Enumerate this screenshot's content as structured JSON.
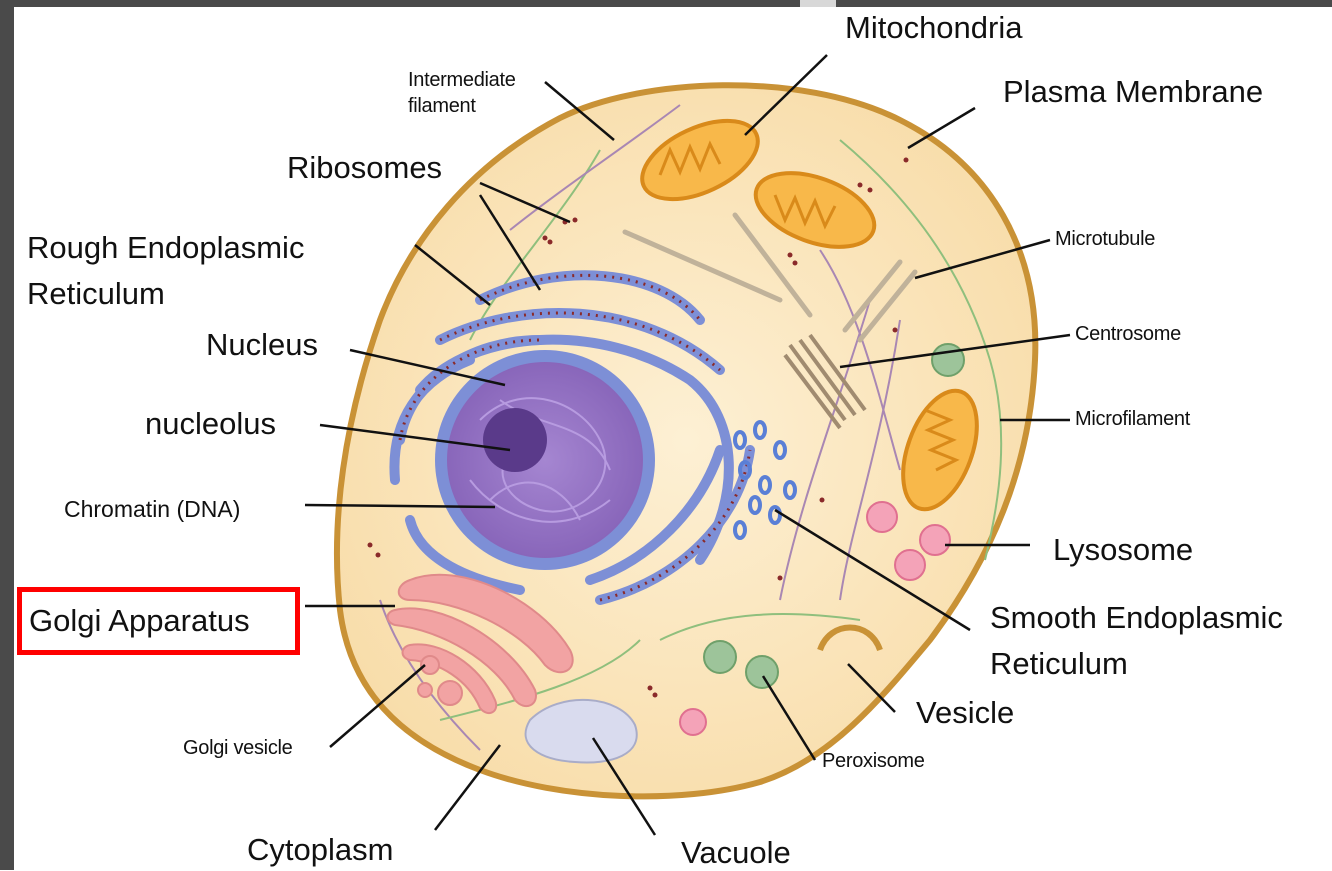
{
  "labels": {
    "mitochondria": "Mitochondria",
    "plasma_membrane": "Plasma Membrane",
    "intermediate_filament_1": "Intermediate",
    "intermediate_filament_2": "filament",
    "ribosomes": "Ribosomes",
    "rough_er_1": "Rough Endoplasmic",
    "rough_er_2": "Reticulum",
    "nucleus": "Nucleus",
    "nucleolus": "nucleolus",
    "chromatin": "Chromatin (DNA)",
    "golgi_apparatus": "Golgi Apparatus",
    "golgi_vesicle": "Golgi vesicle",
    "cytoplasm": "Cytoplasm",
    "vacuole": "Vacuole",
    "microtubule": "Microtubule",
    "centrosome": "Centrosome",
    "microfilament": "Microfilament",
    "lysosome": "Lysosome",
    "smooth_er_1": "Smooth Endoplasmic",
    "smooth_er_2": "Reticulum",
    "vesicle": "Vesicle",
    "peroxisome": "Peroxisome"
  },
  "highlighted_label": "Golgi Apparatus",
  "colors": {
    "highlight_border": "#ff0000",
    "cytoplasm_fill": "#fbe3b8",
    "membrane": "#d9a441",
    "nucleus": "#8e6bbf",
    "er": "#7d8fd6",
    "golgi": "#f2a3a3",
    "mitochondria": "#f5a623"
  }
}
